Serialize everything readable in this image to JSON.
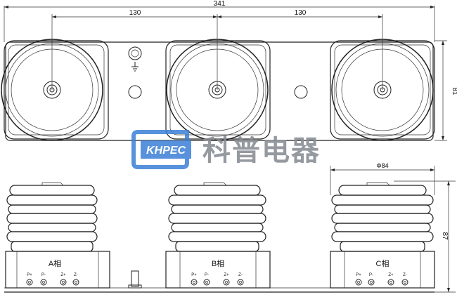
{
  "dimensions": {
    "overall_width": "341",
    "pitch_left": "130",
    "pitch_right": "130",
    "top_height": "81",
    "diameter": "Φ84",
    "front_height": "87"
  },
  "phases": [
    {
      "label": "A相",
      "terminals": [
        "P+",
        "P-",
        "Z+",
        "Z-"
      ]
    },
    {
      "label": "B相",
      "terminals": [
        "P+",
        "P-",
        "Z+",
        "Z-"
      ]
    },
    {
      "label": "C相",
      "terminals": [
        "P+",
        "P-",
        "Z+",
        "Z-"
      ]
    }
  ],
  "watermark": {
    "logo_text": "KHPEC",
    "company": "科普电器",
    "logo_color": "#3b7fd6",
    "text_color": "#8a8f96"
  }
}
